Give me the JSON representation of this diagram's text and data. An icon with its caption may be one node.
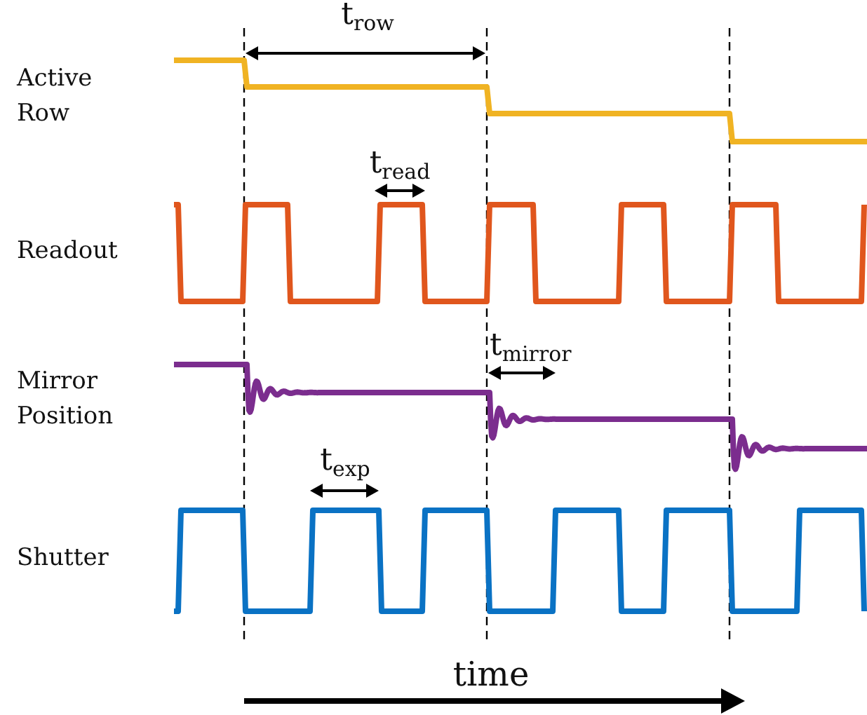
{
  "diagram": {
    "labels": [
      "t$_{row}$",
      "Active Row",
      "t$_{read}$",
      "Readout",
      "t$_{mirror}$",
      "Mirror Position",
      "t$_{exp}$",
      "Shutter",
      "time"
    ]
  }
}
